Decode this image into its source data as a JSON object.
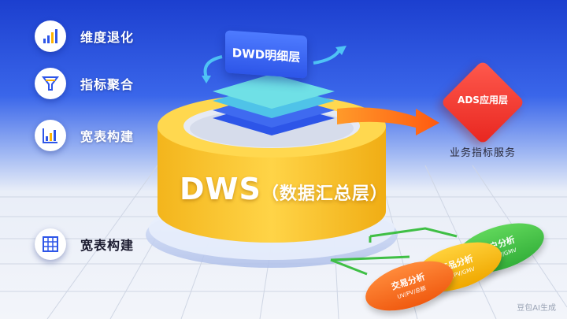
{
  "menu": {
    "items": [
      {
        "label": "维度退化",
        "icon": "bar-chart-icon"
      },
      {
        "label": "指标聚合",
        "icon": "funnel-icon"
      },
      {
        "label": "宽表构建",
        "icon": "bar-chart-outline-icon"
      },
      {
        "label": "宽表构建",
        "icon": "grid-table-icon"
      }
    ]
  },
  "dwd": {
    "label": "DWD明细层"
  },
  "dws": {
    "title_main": "DWS",
    "title_sub": "（数据汇总层）"
  },
  "ads": {
    "label": "ADS应用层",
    "caption": "业务指标服务"
  },
  "pills": [
    {
      "title": "用户分析",
      "metrics": "UV/PV/GMV",
      "color": "#3fbf45"
    },
    {
      "title": "商品分析",
      "metrics": "UV/PV/GMV",
      "color": "#f5b800"
    },
    {
      "title": "交易分析",
      "metrics": "UV/PV/总额",
      "color": "#f26a1f"
    }
  ],
  "colors": {
    "cylinder": "#f7c62c",
    "dwd": "#2d55e8",
    "ads": "#e8261f",
    "arrow": "#ff7a1a",
    "connector": "#3fbf45"
  },
  "watermark": "豆包AI生成"
}
